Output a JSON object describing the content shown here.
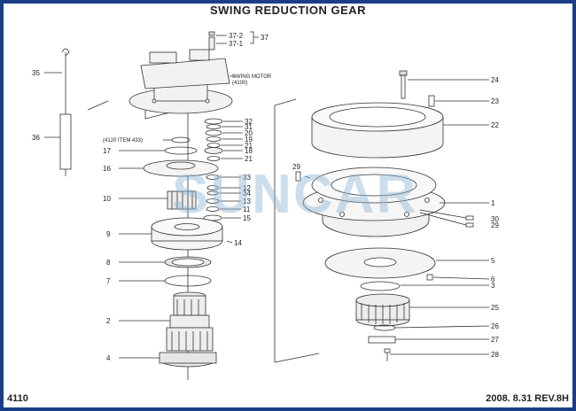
{
  "title": "SWING REDUCTION GEAR",
  "page_number": "4110",
  "revision": "2008. 8.31 REV.8H",
  "watermark": "SUNCAR",
  "motor_label_line1": "SWING MOTOR",
  "motor_label_line2": "(4100)",
  "item_note": "(4120 ITEM 433)",
  "callouts_left": {
    "c35": "35",
    "c36": "36",
    "c37": "37",
    "c37_2": "37-2",
    "c37_1": "37-1",
    "c32": "32",
    "c31": "31",
    "c20": "20",
    "c19": "19",
    "c21a": "21",
    "c18": "18",
    "c21b": "21",
    "c17": "17",
    "c16": "16",
    "c33": "33",
    "c12": "12",
    "c34": "34",
    "c13": "13",
    "c11": "11",
    "c10": "10",
    "c15": "15",
    "c9": "9",
    "c14": "14",
    "c8": "8",
    "c7": "7",
    "c2": "2",
    "c4": "4"
  },
  "callouts_right": {
    "c24": "24",
    "c23": "23",
    "c22": "22",
    "c29a": "29",
    "c1": "1",
    "c30": "30",
    "c29b": "29",
    "c5": "5",
    "c6": "6",
    "c3": "3",
    "c25": "25",
    "c26": "26",
    "c27": "27",
    "c28": "28"
  }
}
